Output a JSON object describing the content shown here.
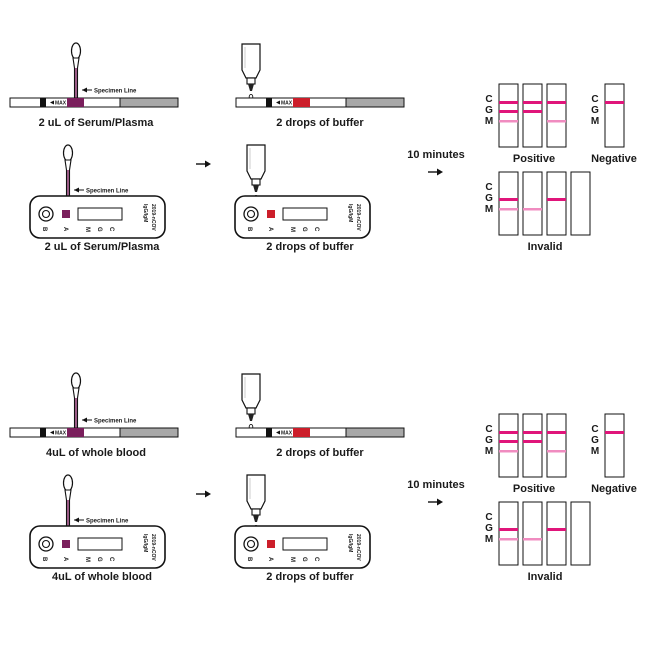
{
  "sections": [
    {
      "specimen_line": "Specimen Line",
      "max_label": "MAX",
      "sample_strip": "2 uL of Serum/Plasma",
      "sample_cassette": "2 uL of Serum/Plasma",
      "buffer_strip": "2 drops of buffer",
      "buffer_cassette": "2 drops of buffer",
      "wait": "10 minutes",
      "positive": "Positive",
      "negative": "Negative",
      "invalid": "Invalid"
    },
    {
      "specimen_line": "Specimen Line",
      "max_label": "MAX",
      "sample_strip": "4uL of whole blood",
      "sample_cassette": "4uL of whole blood",
      "buffer_strip": "2 drops of buffer",
      "buffer_cassette": "2 drops of buffer",
      "wait": "10 minutes",
      "positive": "Positive",
      "negative": "Negative",
      "invalid": "Invalid"
    }
  ],
  "cassette": {
    "product_line1": "2019-nCOV",
    "product_line2": "IgG/IgM",
    "window_labels": [
      "C",
      "G",
      "M"
    ],
    "well_labels": [
      "B",
      "A"
    ]
  },
  "line_labels": [
    "C",
    "G",
    "M"
  ],
  "colors": {
    "specimen": "#7a1f5c",
    "buffer_pad": "#cc1e2a",
    "c_line": "#e0157a",
    "g_line": "#e0157a",
    "m_line": "#f08cc0",
    "strip_gray": "#a8a8a8",
    "arrow": "#111111"
  },
  "results": {
    "positive": [
      {
        "C": true,
        "G": true,
        "M": true
      },
      {
        "C": true,
        "G": true,
        "M": false
      },
      {
        "C": true,
        "G": false,
        "M": true
      }
    ],
    "negative": [
      {
        "C": true,
        "G": false,
        "M": false
      }
    ],
    "invalid": [
      {
        "C": false,
        "G": true,
        "M": true
      },
      {
        "C": false,
        "G": false,
        "M": true
      },
      {
        "C": false,
        "G": true,
        "M": false
      },
      {
        "C": false,
        "G": false,
        "M": false
      }
    ]
  }
}
